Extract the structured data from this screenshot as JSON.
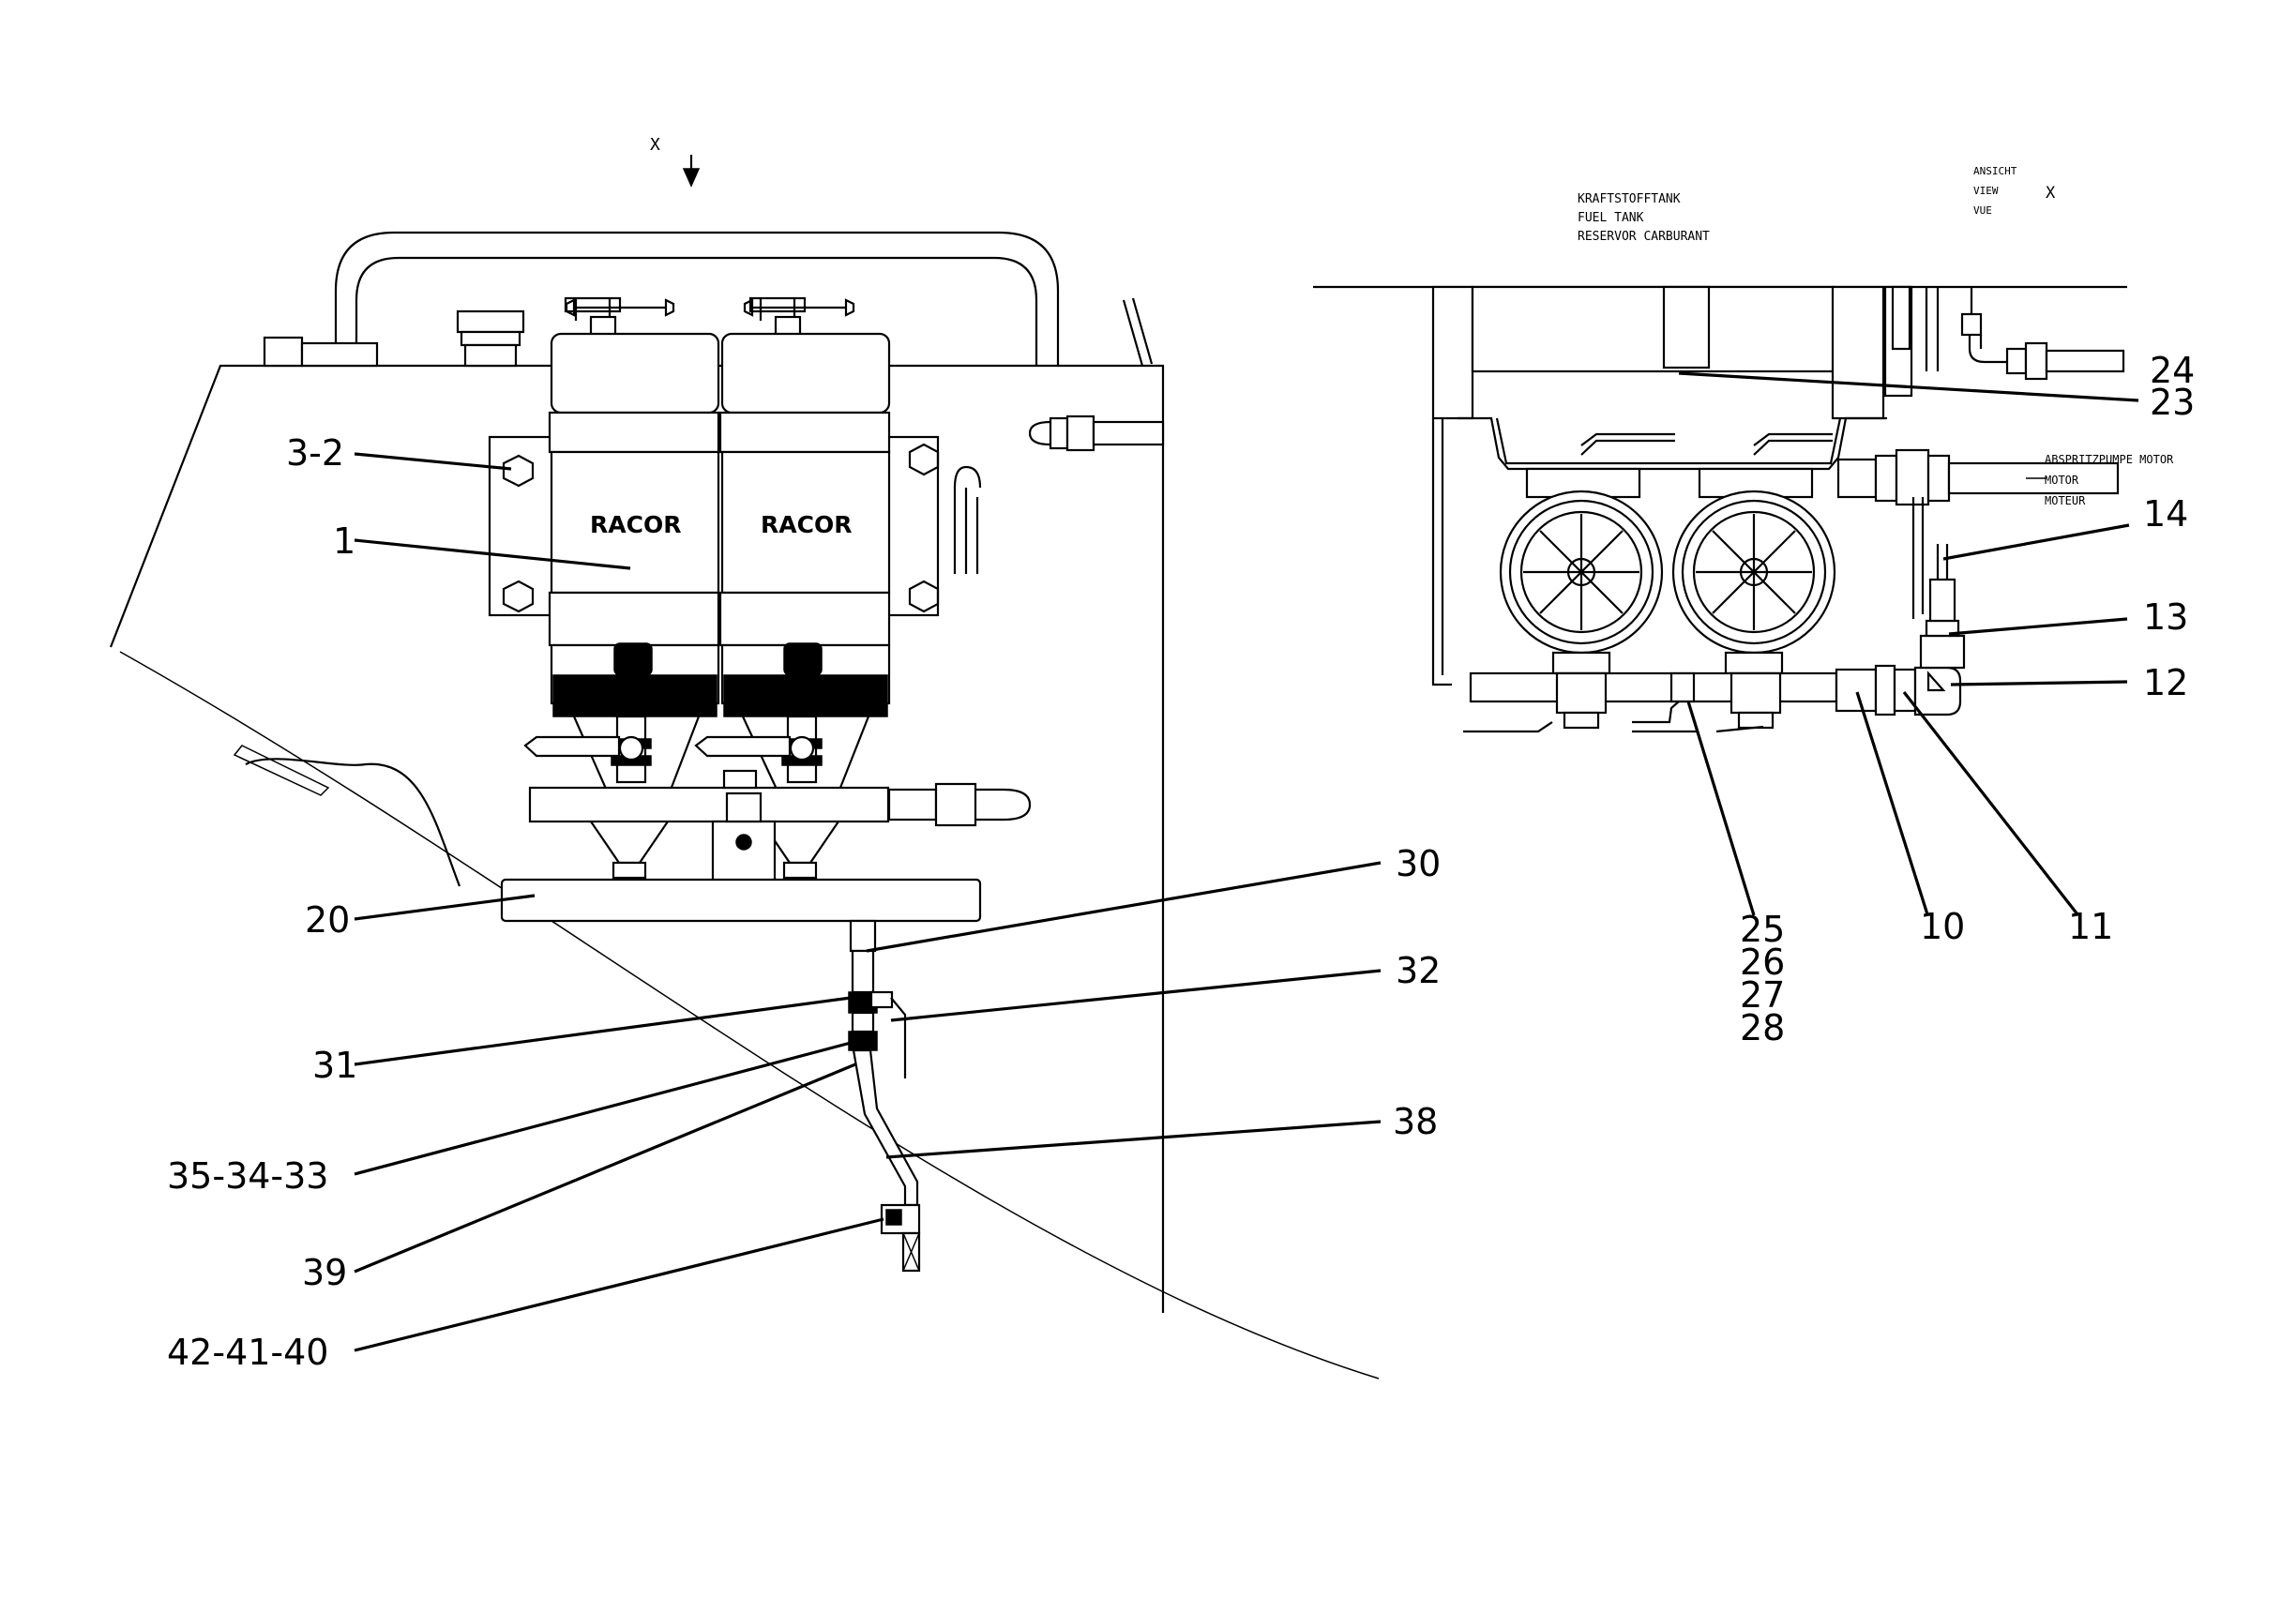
{
  "view_marker": {
    "letter": "X"
  },
  "filter_brand": "RACOR",
  "tank_label": [
    "KRAFTSTOFFTANK",
    "FUEL TANK",
    "RESERVOR CARBURANT"
  ],
  "view_label": {
    "lines": [
      "ANSICHT",
      "VIEW",
      "VUE"
    ],
    "letter": "X"
  },
  "pump_label": [
    "ABSPRITZPUMPE MOTOR",
    "MOTOR",
    "MOTEUR"
  ],
  "callouts_left": {
    "c_3_2": "3-2",
    "c_1": "1",
    "c_20": "20",
    "c_30": "30",
    "c_32": "32",
    "c_31": "31",
    "c_35_34_33": "35-34-33",
    "c_38": "38",
    "c_39": "39",
    "c_42_41_40": "42-41-40"
  },
  "callouts_right": {
    "c_24": "24",
    "c_23": "23",
    "c_14": "14",
    "c_13": "13",
    "c_12": "12",
    "c_25": "25",
    "c_26": "26",
    "c_27": "27",
    "c_28": "28",
    "c_10": "10",
    "c_11": "11"
  }
}
